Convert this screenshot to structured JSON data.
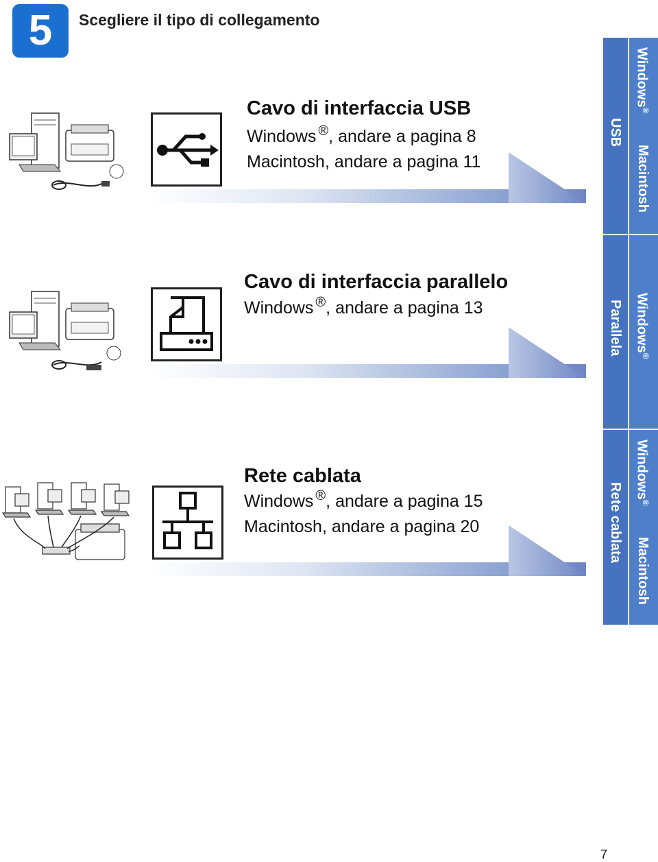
{
  "header": {
    "step_number": "5",
    "title": "Scegliere il tipo di collegamento"
  },
  "sections": [
    {
      "heading": "Cavo di interfaccia USB",
      "lines": [
        {
          "os": "Windows",
          "reg": "®",
          "rest": ", andare a pagina 8"
        },
        {
          "os": "Macintosh",
          "reg": "",
          "rest": ", andare a pagina 11"
        }
      ],
      "icon": "usb-icon"
    },
    {
      "heading": "Cavo di interfaccia parallelo",
      "lines": [
        {
          "os": "Windows",
          "reg": "®",
          "rest": ", andare a pagina 13"
        }
      ],
      "icon": "parallel-printer-icon"
    },
    {
      "heading": "Rete cablata",
      "lines": [
        {
          "os": "Windows",
          "reg": "®",
          "rest": ", andare a pagina 15"
        },
        {
          "os": "Macintosh",
          "reg": "",
          "rest": ", andare a pagina 20"
        }
      ],
      "icon": "network-icon"
    }
  ],
  "tabs": [
    {
      "group": "USB",
      "items": [
        "Windows",
        "Macintosh"
      ]
    },
    {
      "group": "Parallela",
      "items": [
        "Windows"
      ]
    },
    {
      "group": "Rete cablata",
      "items": [
        "Windows",
        "Macintosh"
      ]
    }
  ],
  "tab_reg": "®",
  "page_number": "7",
  "colors": {
    "badge": "#1a6fd1",
    "tab": "#4573c0",
    "band_end": "#6f86c3"
  }
}
